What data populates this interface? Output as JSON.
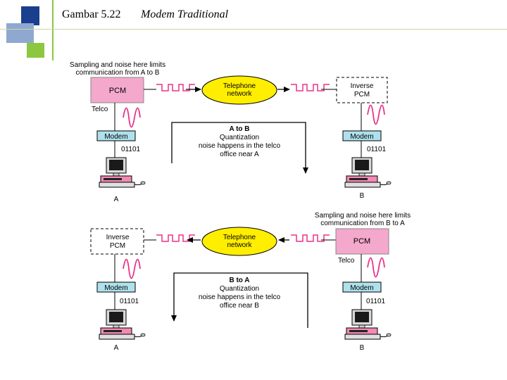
{
  "title": {
    "number": "Gambar 5.22",
    "name": "Modem Traditional"
  },
  "top": {
    "note_lines": [
      "Sampling and noise here limits",
      "communication from A to B"
    ],
    "left_box": [
      "PCM"
    ],
    "left_box_style": "pink",
    "telco": "Telco",
    "network_lines": [
      "Telephone",
      "network"
    ],
    "right_box": [
      "Inverse",
      "PCM"
    ],
    "modem_left": "Modem",
    "modem_right": "Modem",
    "bits_left": "01101",
    "bits_right": "01101",
    "arrow_lines": [
      "A to B",
      "Quantization",
      "noise happens in the telco",
      "office near A"
    ],
    "computer_left": "A",
    "computer_right": "B"
  },
  "bottom": {
    "note_lines": [
      "Sampling and noise here limits",
      "communication from B to A"
    ],
    "left_box": [
      "Inverse",
      "PCM"
    ],
    "right_box": [
      "PCM"
    ],
    "telco": "Telco",
    "network_lines": [
      "Telephone",
      "network"
    ],
    "modem_left": "Modem",
    "modem_right": "Modem",
    "bits_left": "01101",
    "bits_right": "01101",
    "arrow_lines": [
      "B to A",
      "Quantization",
      "noise happens in the telco",
      "office near B"
    ],
    "computer_left": "A",
    "computer_right": "B"
  },
  "colors": {
    "pink": "#f4a8cc",
    "yellow": "#ffee00",
    "modem": "#aee1ec",
    "signal": "#e8338a",
    "deco_green": "#8dc63f",
    "deco_blue": "#1a3f8f"
  }
}
